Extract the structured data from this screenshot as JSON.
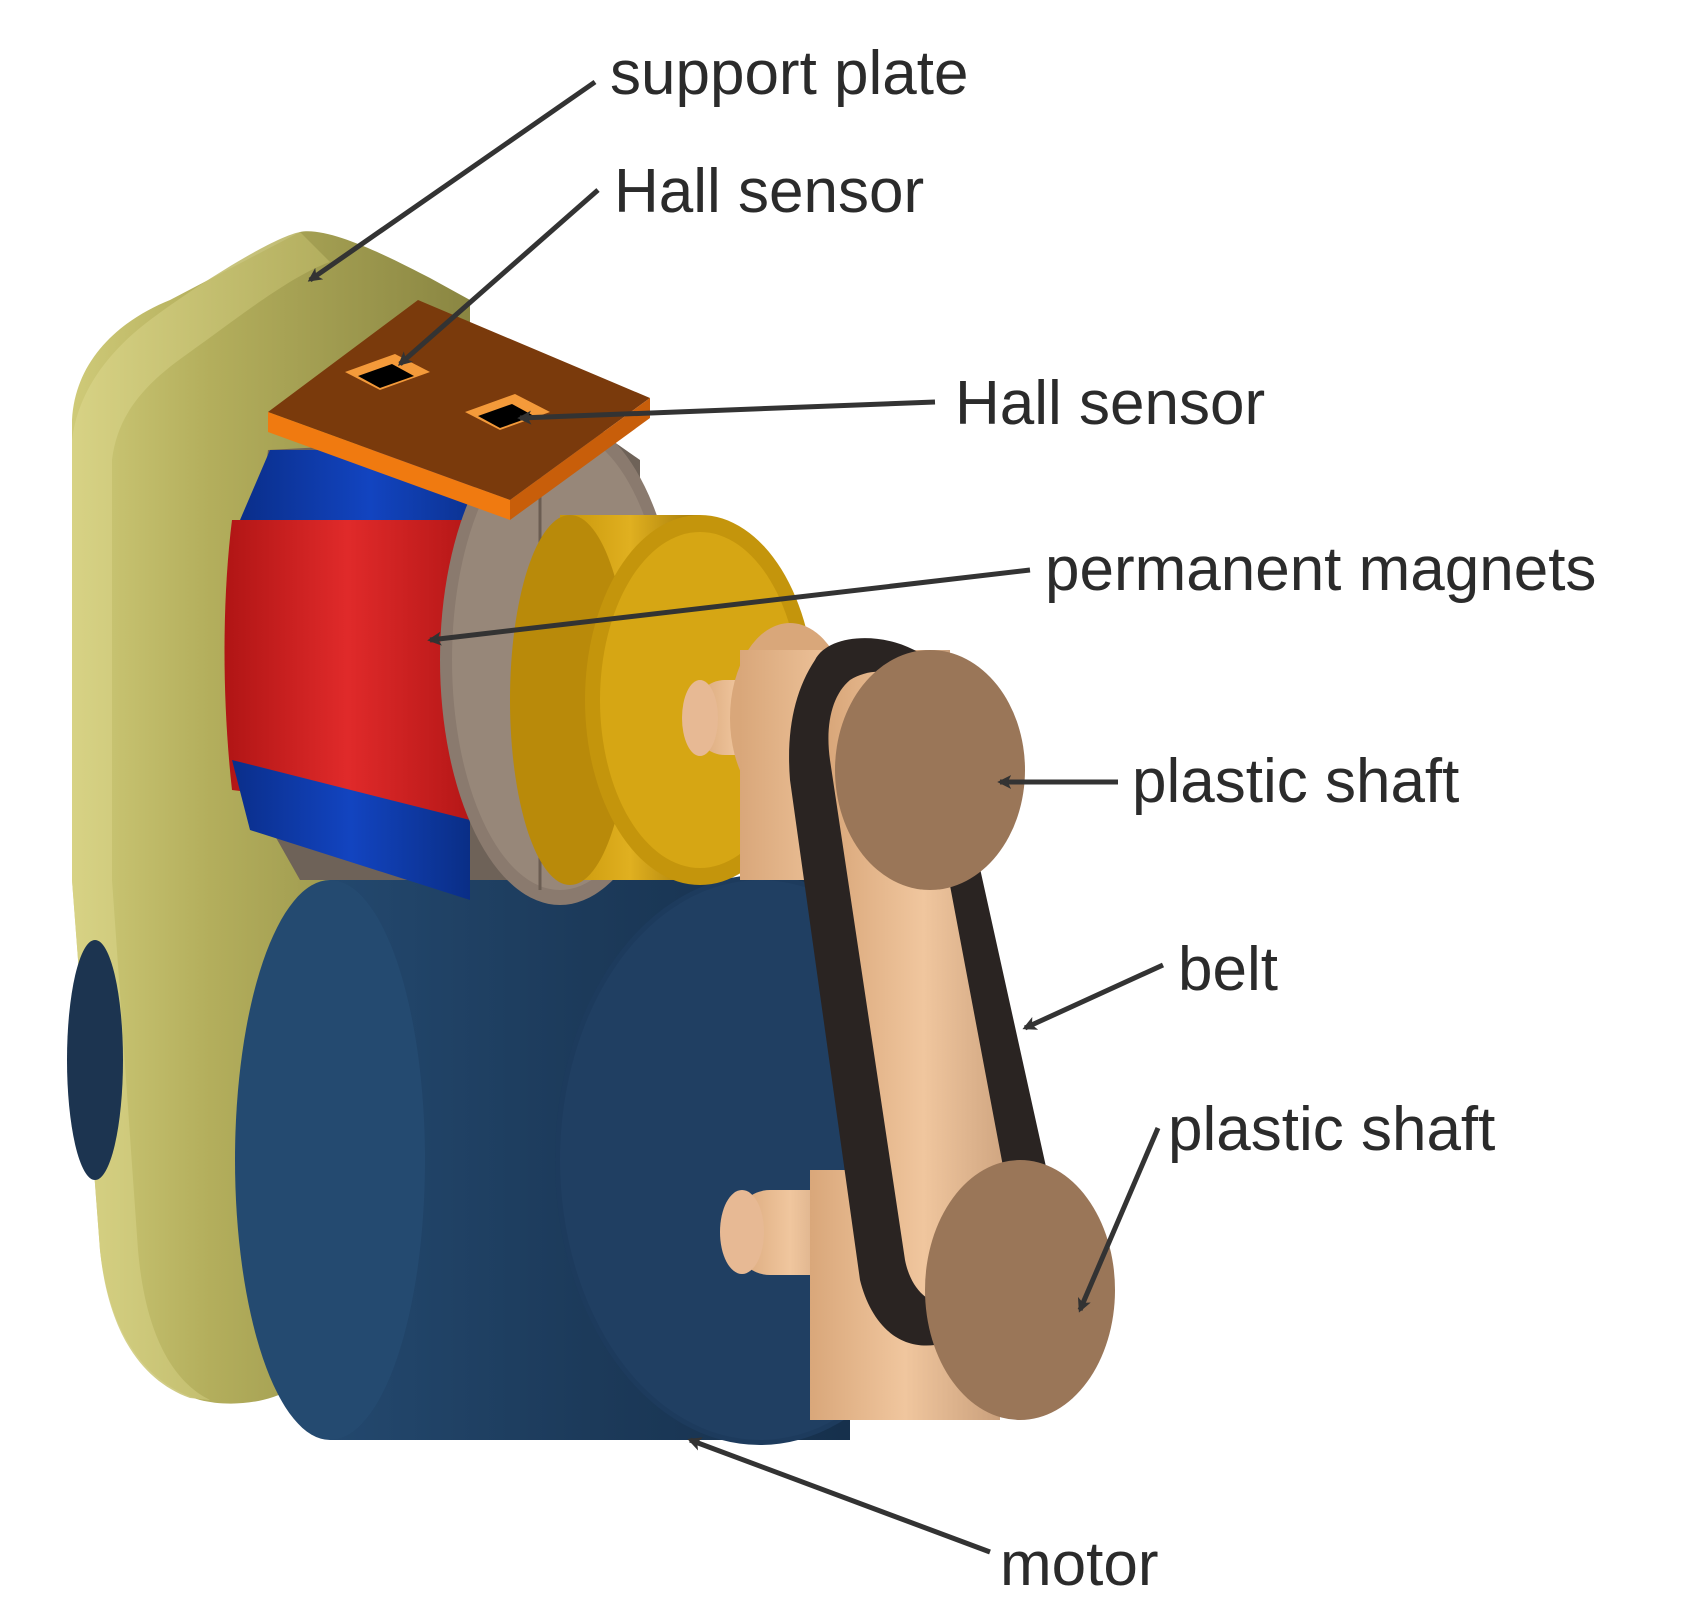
{
  "labels": {
    "support_plate": "support plate",
    "hall_sensor_1": "Hall sensor",
    "hall_sensor_2": "Hall sensor",
    "permanent_magnets": "permanent magnets",
    "plastic_shaft_upper": "plastic shaft",
    "belt": "belt",
    "plastic_shaft_lower": "plastic shaft",
    "motor": "motor"
  },
  "colors": {
    "support_plate": "#a8a654",
    "hall_sensor_board": "#8a4310",
    "magnet_red": "#d41f1f",
    "magnet_blue": "#0d3aa6",
    "rotor_core": "#8a7a6e",
    "bearing_gold": "#d4a20c",
    "pulley": "#e8b98f",
    "belt": "#2a2422",
    "motor": "#1f3c5c"
  }
}
